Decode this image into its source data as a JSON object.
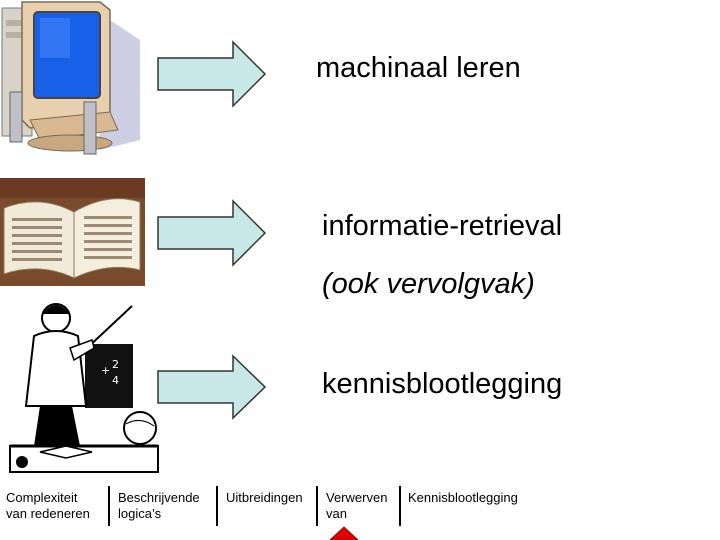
{
  "rows": [
    {
      "image_icon": "computer-icon",
      "label": "machinaal leren"
    },
    {
      "image_icon": "open-book-icon",
      "label": "informatie-retrieval",
      "sublabel": "(ook vervolgvak)"
    },
    {
      "image_icon": "teacher-icon",
      "label": "kennisblootlegging"
    }
  ],
  "nav": {
    "items": [
      {
        "line1": "Complexiteit",
        "line2": "van redeneren"
      },
      {
        "line1": "Beschrijvende",
        "line2": "logica’s"
      },
      {
        "line1": "Uitbreidingen",
        "line2": ""
      },
      {
        "line1": "Verwerven",
        "line2": "van"
      },
      {
        "line1": "Kennisblootlegging",
        "line2": ""
      }
    ],
    "current_marker_icon": "triangle-up-icon"
  },
  "colors": {
    "arrow_fill": "#c8e8e8",
    "arrow_stroke": "#333333",
    "marker": "#e00000"
  }
}
